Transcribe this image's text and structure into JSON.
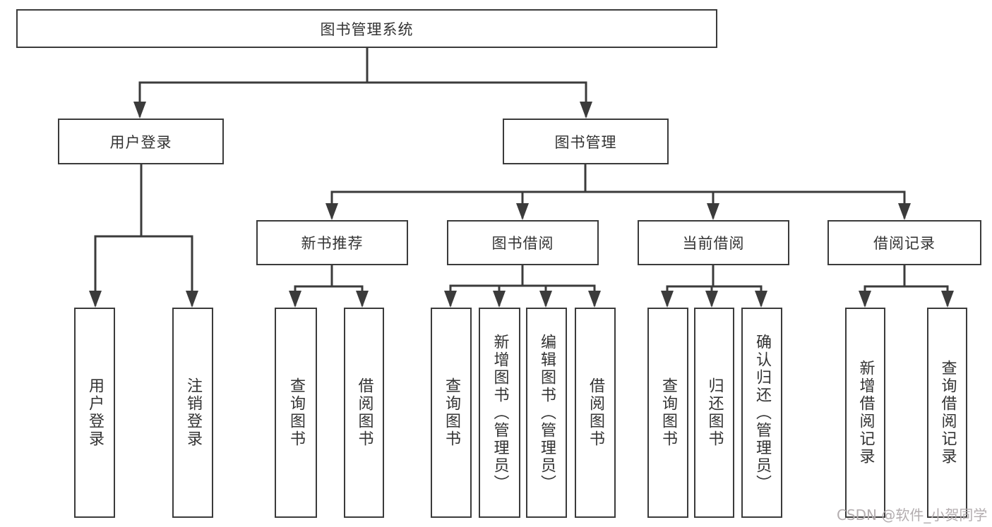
{
  "tree": {
    "root": {
      "label": "图书管理系统"
    },
    "branches": [
      {
        "label": "用户登录",
        "children": [
          {
            "label": "用户登录"
          },
          {
            "label": "注销登录"
          }
        ]
      },
      {
        "label": "图书管理",
        "children": [
          {
            "label": "新书推荐",
            "children": [
              {
                "label": "查询图书"
              },
              {
                "label": "借阅图书"
              }
            ]
          },
          {
            "label": "图书借阅",
            "children": [
              {
                "label": "查询图书"
              },
              {
                "label": "新增图书（管理员）"
              },
              {
                "label": "编辑图书（管理员）"
              },
              {
                "label": "借阅图书"
              }
            ]
          },
          {
            "label": "当前借阅",
            "children": [
              {
                "label": "查询图书"
              },
              {
                "label": "归还图书"
              },
              {
                "label": "确认归还（管理员）"
              }
            ]
          },
          {
            "label": "借阅记录",
            "children": [
              {
                "label": "新增借阅记录"
              },
              {
                "label": "查询借阅记录"
              }
            ]
          }
        ]
      }
    ]
  },
  "watermark": "CSDN @软件_小贺同学",
  "colors": {
    "line": "#3b3b3b",
    "text": "#333333",
    "box_border": "#3b3b3b",
    "bg": "#ffffff",
    "watermark": "#b3adaf"
  }
}
